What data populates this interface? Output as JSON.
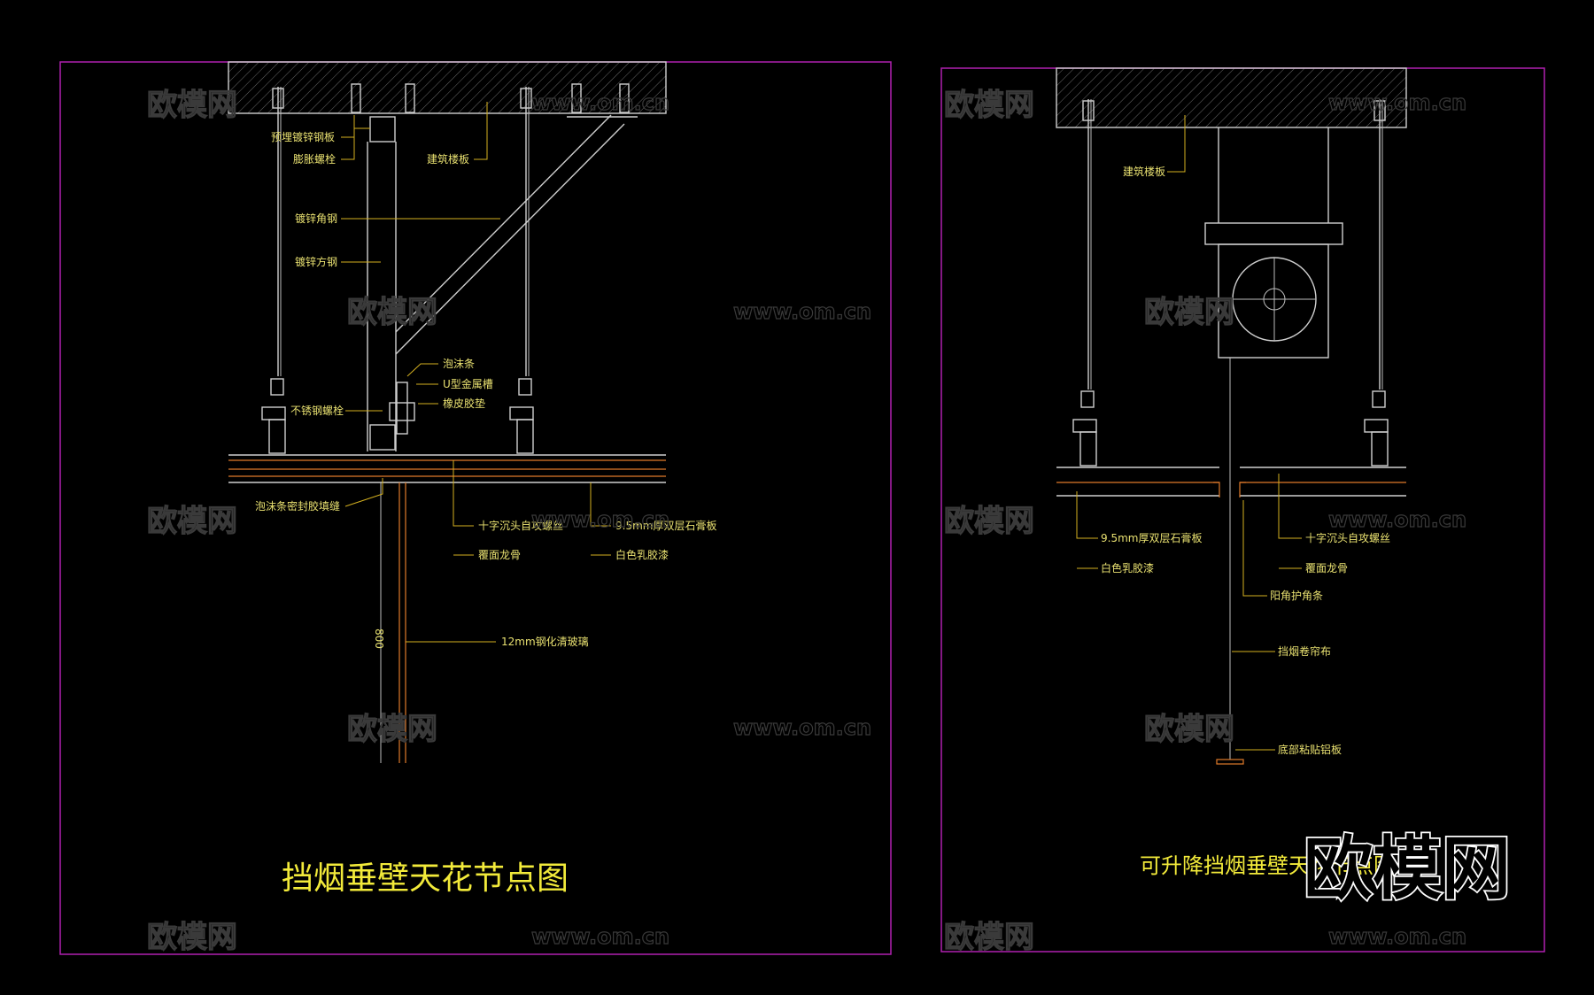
{
  "left_panel": {
    "title": "挡烟垂壁天花节点图",
    "labels": {
      "embedded_plate": "预埋镀锌钢板",
      "expansion_bolt": "膨胀螺栓",
      "building_slab": "建筑楼板",
      "angle_steel": "镀锌角钢",
      "square_tube": "镀锌方钢",
      "foam_strip": "泡沫条",
      "u_channel": "U型金属槽",
      "rubber_pad": "橡皮胶垫",
      "stainless_bolt": "不锈钢螺栓",
      "foam_sealant": "泡沫条密封胶填缝",
      "screw": "十字沉头自攻螺丝",
      "gypsum": "9.5mm厚双层石膏板",
      "keel": "覆面龙骨",
      "latex_paint": "白色乳胶漆",
      "glass": "12mm钢化清玻璃",
      "dim": "800"
    }
  },
  "right_panel": {
    "title": "可升降挡烟垂壁天花节点图",
    "labels": {
      "building_slab": "建筑楼板",
      "gypsum": "9.5mm厚双层石膏板",
      "latex_paint": "白色乳胶漆",
      "screw": "十字沉头自攻螺丝",
      "keel": "覆面龙骨",
      "corner_guard": "阳角护角条",
      "smoke_curtain": "挡烟卷帘布",
      "bottom_plate": "底部粘贴铝板"
    }
  },
  "watermark": {
    "brand": "欧模网",
    "url": "www.om.cn"
  },
  "colors": {
    "background": "#000000",
    "frame": "#b020b0",
    "label": "#e8e070",
    "title": "#f2ea3a",
    "leader": "#d4b020",
    "geometry": "#cfcfcf"
  }
}
